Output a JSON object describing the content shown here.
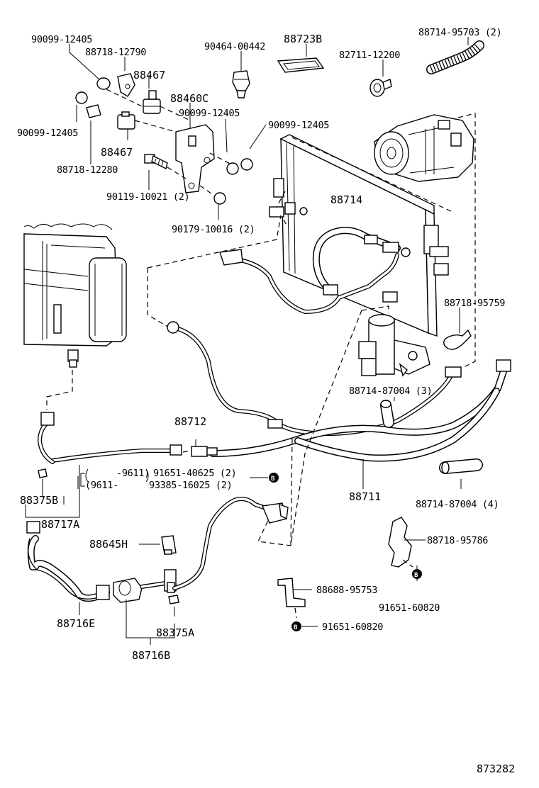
{
  "labels": {
    "p90099_12405_a": "90099-12405",
    "p88718_12790": "88718-12790",
    "p88467_a": "88467",
    "p90099_12405_b": "90099-12405",
    "p88467_b": "88467",
    "p88718_12280": "88718-12280",
    "p88460C": "88460C",
    "p90099_12405_c": "90099-12405",
    "p90099_12405_d": "90099-12405",
    "p90119_10021": "90119-10021 (2)",
    "p90179_10016": "90179-10016 (2)",
    "p90464_00442": "90464-00442",
    "p88723B": "88723B",
    "p82711_12200": "82711-12200",
    "p88714_95703": "88714-95703 (2)",
    "p88714": "88714",
    "p88718_95759": "88718-95759",
    "p88714_87004_3": "88714-87004 (3)",
    "p88712": "88712",
    "p96_a": "-9611)",
    "p91651_40625": "91651-40625 (2)",
    "p96_b": "(9611-",
    "p93385_16025": "93385-16025 (2)",
    "p88375B": "88375B",
    "p88717A": "88717A",
    "p88711": "88711",
    "p88714_87004_4": "88714-87004 (4)",
    "p88645H": "88645H",
    "p88718_95786": "88718-95786",
    "p88688_95753": "88688-95753",
    "p91651_60820_a": "91651-60820",
    "p91651_60820_b": "91651-60820",
    "p88716E": "88716E",
    "p88375A": "88375A",
    "p88716B": "88716B",
    "bolt_mark": "B",
    "diagram_number": "873282"
  }
}
